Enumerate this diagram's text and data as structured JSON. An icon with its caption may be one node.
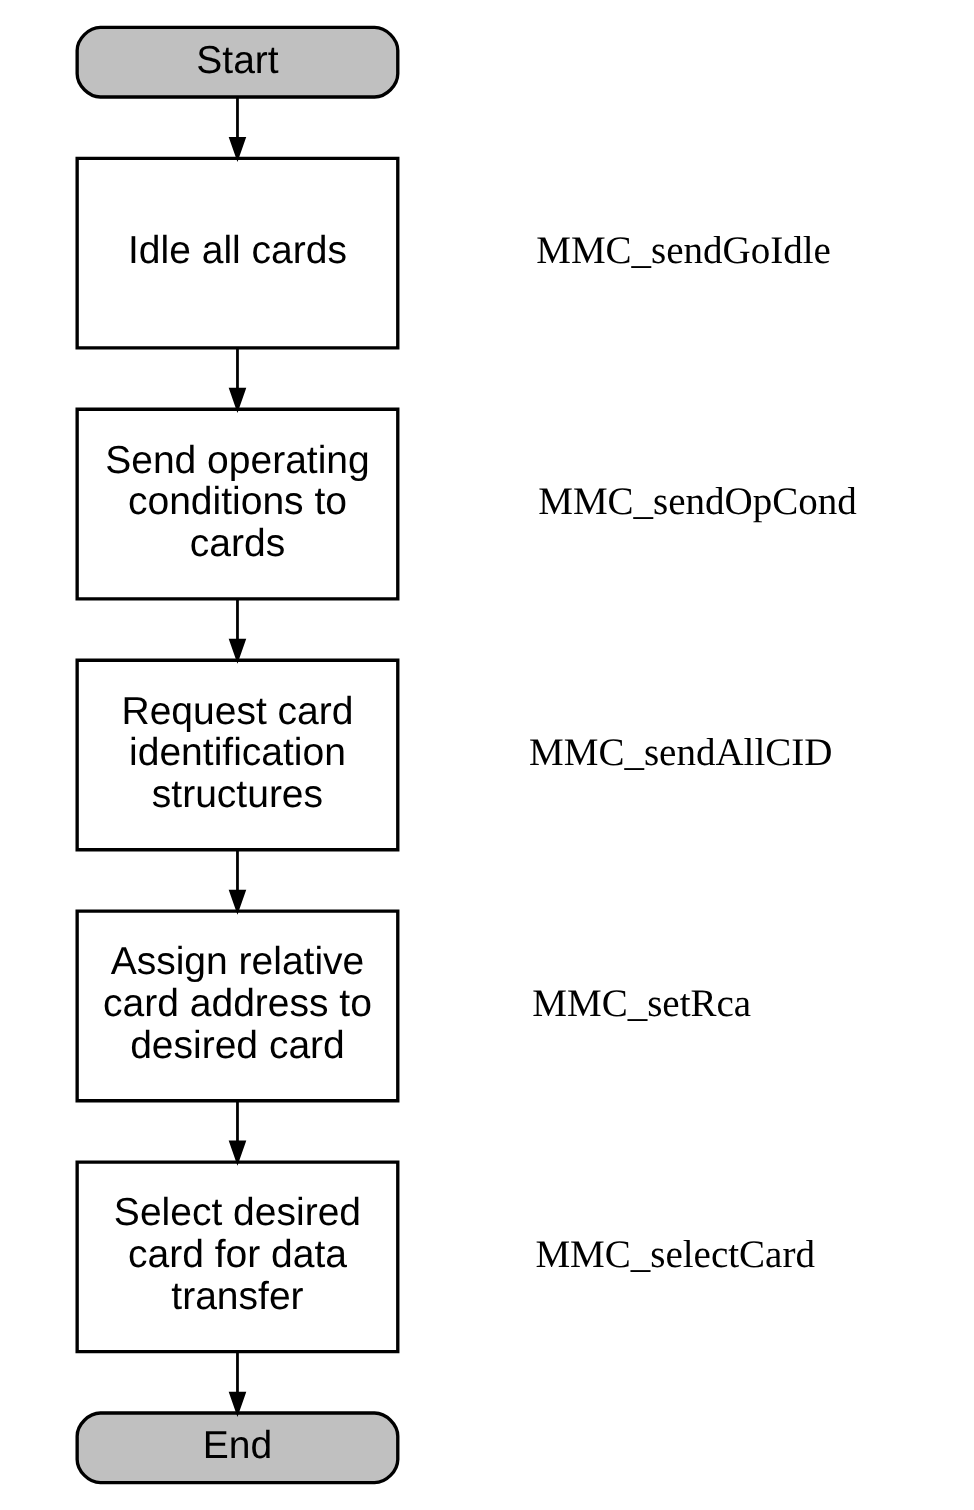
{
  "diagram": {
    "nodes": [
      {
        "text": [
          "Start"
        ]
      },
      {
        "text": [
          "Idle all cards"
        ],
        "beside": [
          "MMC_sendGoIdle"
        ]
      },
      {
        "text": [
          "Send operating conditions to cards"
        ],
        "beside": [
          "MMC_sendOpCond"
        ]
      },
      {
        "text": [
          "Request card identification structures"
        ],
        "beside": [
          "MMC_sendAllCID"
        ]
      },
      {
        "text": [
          "Assign relative card address to desired card"
        ],
        "beside": [
          "MMC_setRca"
        ]
      },
      {
        "text": [
          "Select desired card for data transfer"
        ],
        "beside": [
          "MMC_selectCard"
        ]
      },
      {
        "text": [
          "End"
        ]
      }
    ],
    "edges": [
      {
        "from": 0,
        "to": 1,
        "arrow": "to"
      },
      {
        "from": 1,
        "to": 2,
        "arrow": "to"
      },
      {
        "from": 2,
        "to": 3,
        "arrow": "to"
      },
      {
        "from": 3,
        "to": 4,
        "arrow": "to"
      },
      {
        "from": 4,
        "to": 5,
        "arrow": "to"
      },
      {
        "from": 5,
        "to": 6,
        "arrow": "to"
      }
    ]
  }
}
